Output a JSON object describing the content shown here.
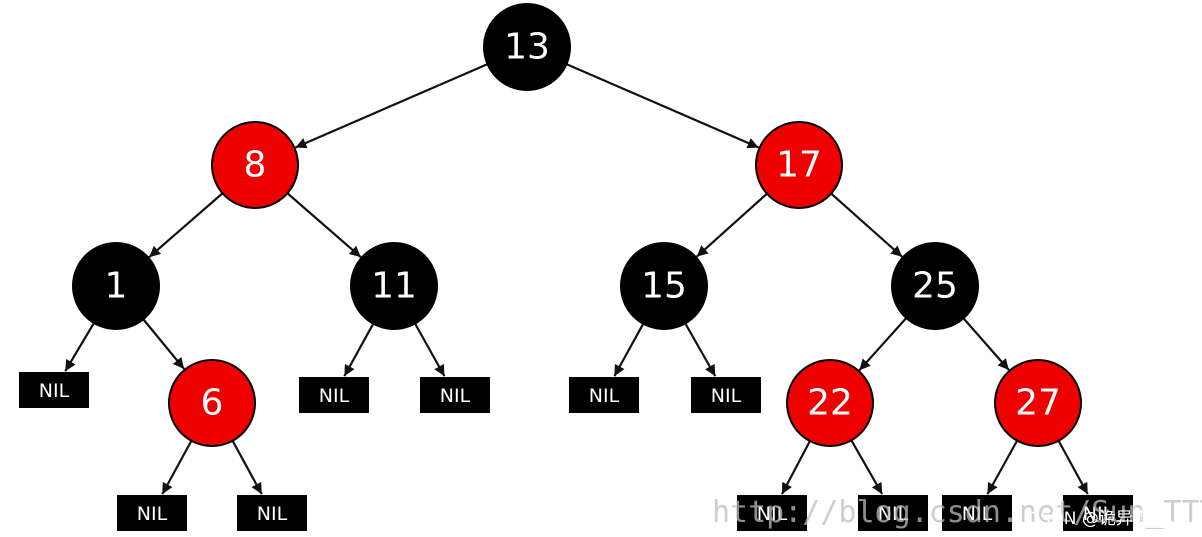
{
  "colors": {
    "red": "#ee0000",
    "black": "#000000",
    "edge": "#111111",
    "text": "#ffffff"
  },
  "tree": {
    "nodes": [
      {
        "id": "n13",
        "label": "13",
        "color": "black"
      },
      {
        "id": "n8",
        "label": "8",
        "color": "red"
      },
      {
        "id": "n17",
        "label": "17",
        "color": "red"
      },
      {
        "id": "n1",
        "label": "1",
        "color": "black"
      },
      {
        "id": "n11",
        "label": "11",
        "color": "black"
      },
      {
        "id": "n15",
        "label": "15",
        "color": "black"
      },
      {
        "id": "n25",
        "label": "25",
        "color": "black"
      },
      {
        "id": "n6",
        "label": "6",
        "color": "red"
      },
      {
        "id": "n22",
        "label": "22",
        "color": "red"
      },
      {
        "id": "n27",
        "label": "27",
        "color": "red"
      }
    ],
    "nil_label": "NIL",
    "nils": [
      "nil1",
      "nil6a",
      "nil6b",
      "nil11a",
      "nil11b",
      "nil15a",
      "nil15b",
      "nil22a",
      "nil22b",
      "nil27a",
      "nil27b"
    ],
    "edges": [
      [
        "n13",
        "n8"
      ],
      [
        "n13",
        "n17"
      ],
      [
        "n8",
        "n1"
      ],
      [
        "n8",
        "n11"
      ],
      [
        "n17",
        "n15"
      ],
      [
        "n17",
        "n25"
      ],
      [
        "n1",
        "nil1"
      ],
      [
        "n1",
        "n6"
      ],
      [
        "n6",
        "nil6a"
      ],
      [
        "n6",
        "nil6b"
      ],
      [
        "n11",
        "nil11a"
      ],
      [
        "n11",
        "nil11b"
      ],
      [
        "n15",
        "nil15a"
      ],
      [
        "n15",
        "nil15b"
      ],
      [
        "n25",
        "n22"
      ],
      [
        "n25",
        "n27"
      ],
      [
        "n22",
        "nil22a"
      ],
      [
        "n22",
        "nil22b"
      ],
      [
        "n27",
        "nil27a"
      ],
      [
        "n27",
        "nil27b"
      ]
    ]
  },
  "watermark": {
    "url_text": "http://blog.csdn.net/Sun_TTTT",
    "credit_text": "CSDN @诡异森林。"
  }
}
